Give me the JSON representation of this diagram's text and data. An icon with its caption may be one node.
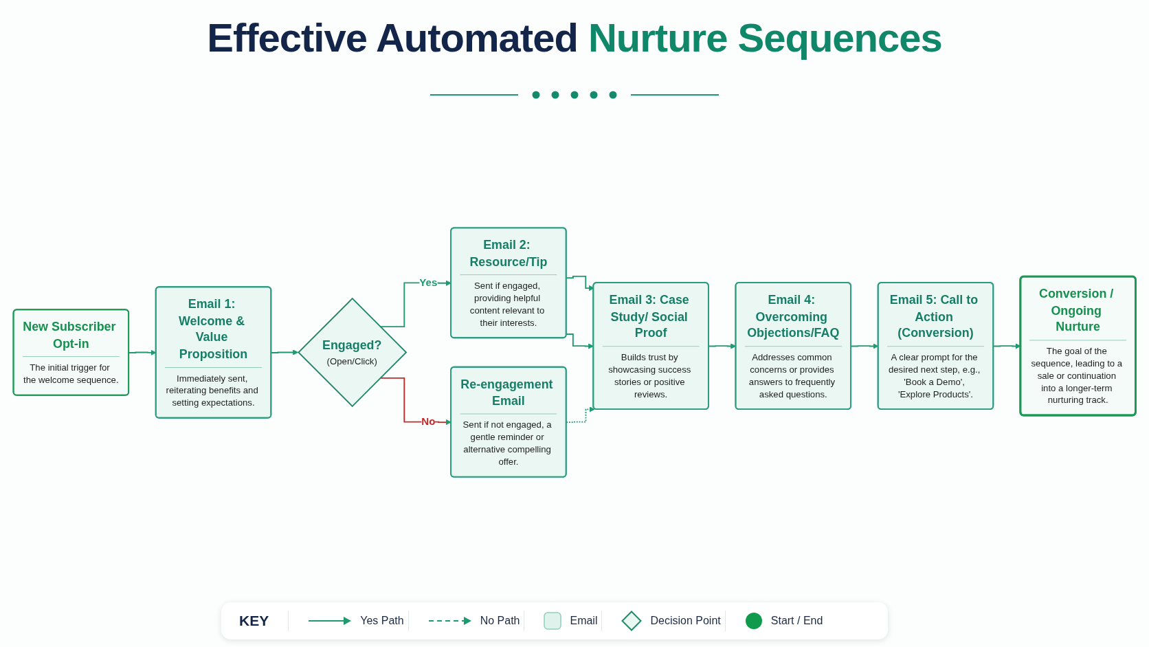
{
  "diagram": {
    "title": "Effective Automated Nurture Sequences",
    "nodes": [
      {
        "text": [
          "New Subscriber Opt-in",
          "The initial trigger for the welcome sequence."
        ]
      },
      {
        "text": [
          "Email 1: Welcome & Value Proposition",
          "Immediately sent, reiterating benefits and setting expectations."
        ]
      },
      {
        "text": [
          "Engaged?",
          "(Open/Click)"
        ]
      },
      {
        "text": [
          "Email 2: Resource/Tip",
          "Sent if engaged, providing helpful content relevant to their interests."
        ]
      },
      {
        "text": [
          "Re-engagement Email",
          "Sent if not engaged, a gentle reminder or alternative compelling offer."
        ]
      },
      {
        "text": [
          "Email 3: Case Study/ Social Proof",
          "Builds trust by showcasing success stories or positive reviews."
        ]
      },
      {
        "text": [
          "Email 4: Overcoming Objections/FAQ",
          "Addresses common concerns or provides answers to frequently asked questions."
        ]
      },
      {
        "text": [
          "Email 5: Call to Action (Conversion)",
          "A clear prompt for the desired next step, e.g., 'Book a Demo', 'Explore Products'."
        ]
      },
      {
        "text": [
          "Conversion / Ongoing Nurture",
          "The goal of the sequence, leading to a sale or continuation into a longer-term nurturing track."
        ]
      }
    ],
    "edges": [
      {
        "from": 0,
        "to": 1,
        "arrow": "to"
      },
      {
        "from": 1,
        "to": 2,
        "arrow": "to"
      },
      {
        "from": 2,
        "to": 3,
        "arrow": "to",
        "label": "Yes"
      },
      {
        "from": 2,
        "to": 4,
        "arrow": "to",
        "label": "No",
        "color": "#c62828"
      },
      {
        "from": 3,
        "to": 5,
        "arrow": "to"
      },
      {
        "from": 3,
        "to": 5,
        "arrow": "to"
      },
      {
        "from": 4,
        "to": 5,
        "arrow": "to",
        "style": "dashed"
      },
      {
        "from": 5,
        "to": 6,
        "arrow": "to"
      },
      {
        "from": 6,
        "to": 7,
        "arrow": "to"
      },
      {
        "from": 7,
        "to": 8,
        "arrow": "to"
      }
    ],
    "labels": [
      "KEY"
    ],
    "legend": [
      {
        "text": "Yes Path"
      },
      {
        "text": "No Path"
      },
      {
        "text": "Email",
        "color": "#dff3ec"
      },
      {
        "text": "Decision Point"
      },
      {
        "text": "Start / End",
        "color": "#0f9a4e"
      }
    ]
  }
}
